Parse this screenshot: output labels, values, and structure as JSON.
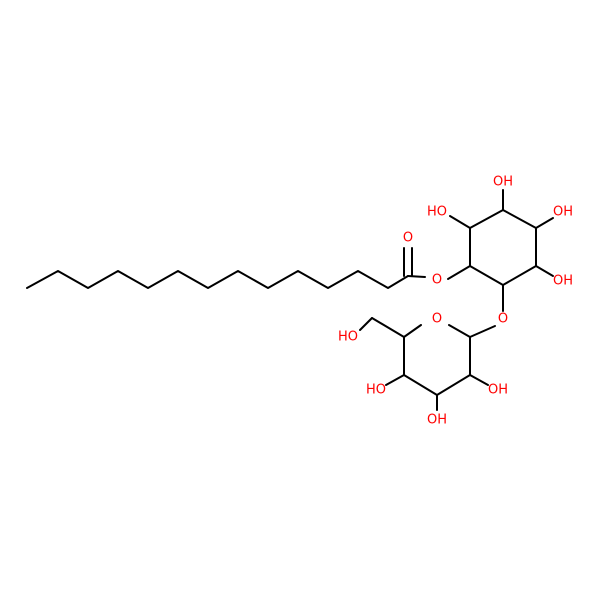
{
  "molecule": {
    "bond_color": "#000000",
    "heteroatom_color": "#ff0000",
    "labels": {
      "oh_1": "OH",
      "ho_2": "HO",
      "oh_3": "OH",
      "oh_4": "OH",
      "o_carbonyl": "O",
      "o_ester": "O",
      "o_glycosidic": "O",
      "ho_ch2": "HO",
      "o_ring": "O",
      "ho_5": "HO",
      "oh_6": "OH",
      "oh_7": "OH"
    }
  }
}
